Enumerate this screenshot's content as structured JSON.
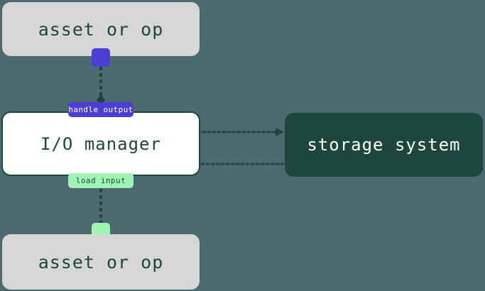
{
  "diagram": {
    "title": "io-manager-dataflow",
    "background_color": "#4c6a70",
    "nodes": [
      {
        "id": "asset-top",
        "label": "asset or op",
        "fill": "#d7d7d5",
        "text_color": "#1d473d"
      },
      {
        "id": "io-manager",
        "label": "I/O manager",
        "fill": "#ffffff",
        "text_color": "#1d473d",
        "border_color": "#1d473d"
      },
      {
        "id": "storage",
        "label": "storage system",
        "fill": "#1d473d",
        "text_color": "#ffffff"
      },
      {
        "id": "asset-bottom",
        "label": "asset or op",
        "fill": "#d7d7d5",
        "text_color": "#1d473d"
      }
    ],
    "ports": [
      {
        "id": "handle-output-port",
        "color": "#4c3ed4"
      },
      {
        "id": "load-input-port",
        "color": "#a0f5b5"
      }
    ],
    "edges": [
      {
        "id": "handle-output",
        "label": "handle output",
        "from": "asset-top",
        "to": "io-manager",
        "label_fill": "#4c3ed4",
        "label_text_color": "#ffffff"
      },
      {
        "id": "write-to-storage",
        "label": "",
        "from": "io-manager",
        "to": "storage",
        "style": "dotted"
      },
      {
        "id": "read-from-storage",
        "label": "",
        "from": "storage",
        "to": "io-manager",
        "style": "dotted"
      },
      {
        "id": "load-input",
        "label": "load input",
        "from": "io-manager",
        "to": "asset-bottom",
        "label_fill": "#a0f5b5",
        "label_text_color": "#1d473d"
      }
    ],
    "edge_color": "#1d473d"
  }
}
